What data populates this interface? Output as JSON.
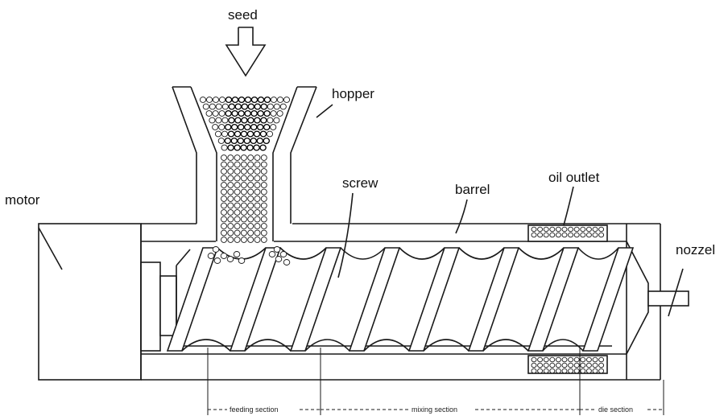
{
  "labels": {
    "seed": "seed",
    "hopper": "hopper",
    "motor": "motor",
    "screw": "screw",
    "barrel": "barrel",
    "oil_outlet": "oil outlet",
    "nozzel": "nozzel"
  },
  "sections": {
    "feeding": "feeding section",
    "mixing": "mixing section",
    "die": "die section"
  }
}
